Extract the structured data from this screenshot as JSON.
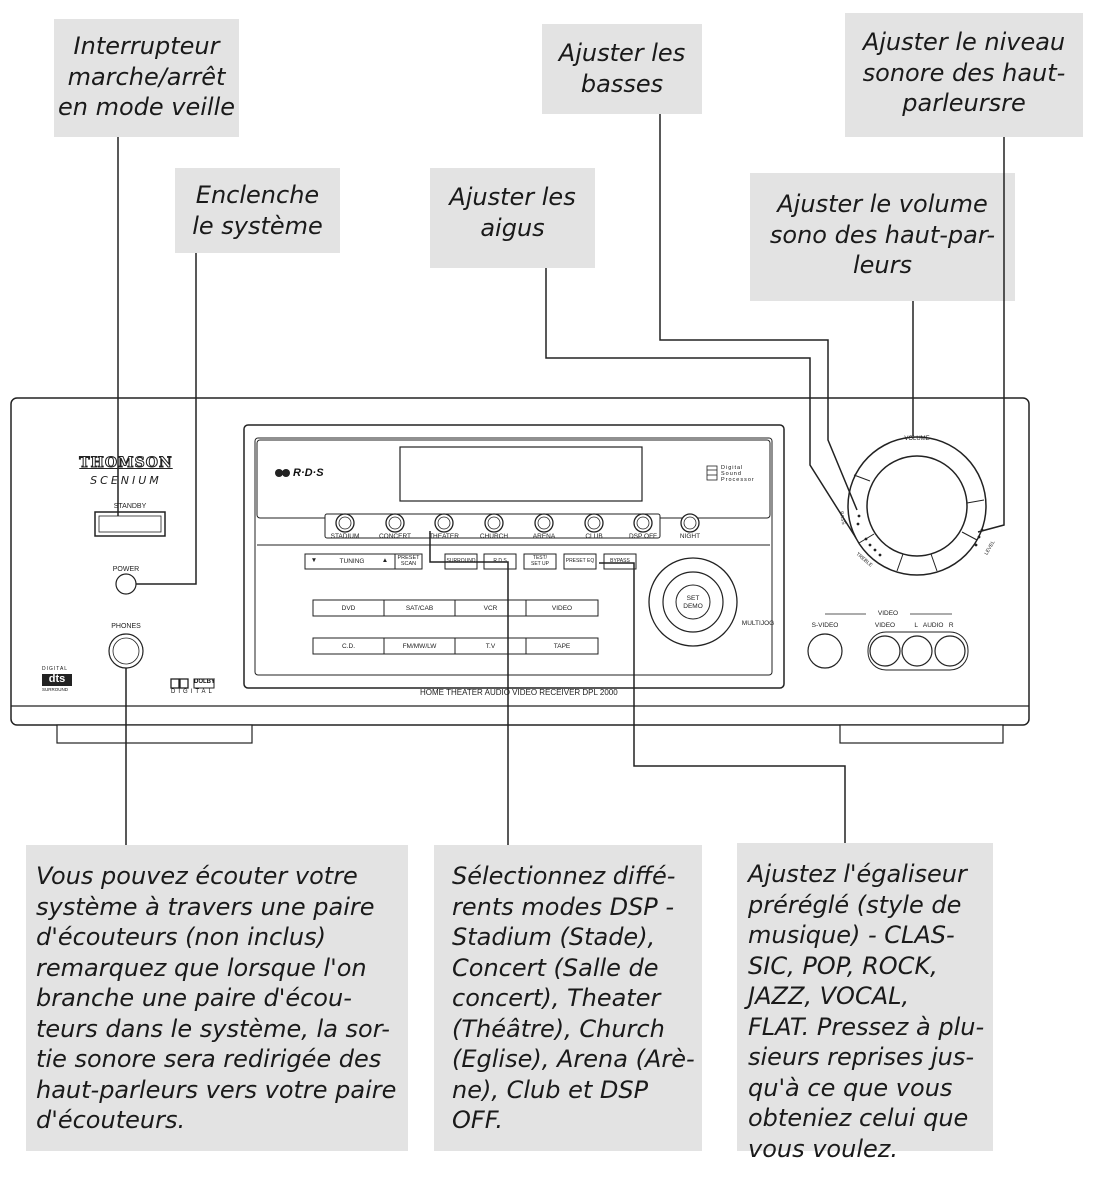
{
  "callouts": {
    "standby_switch": "Interrupteur\nmarche/arrêt\nen mode veille",
    "power": "Enclenche\nle système",
    "bass": "Ajuster les\nbasses",
    "treble": "Ajuster les\naigus",
    "speaker_level": "Ajuster le niveau\nsonore des haut-\nparleursre",
    "volume": "Ajuster le volume\nsono des haut-par-\nleurs",
    "phones": "Vous pouvez écouter votre\nsystème à travers une paire\nd'écouteurs (non inclus)\nremarquez que lorsque l'on\nbranche une paire d'écou-\nteurs dans le système, la sor-\ntie sonore sera redirigée des\nhaut-parleurs vers votre paire\nd'écouteurs.",
    "dsp": "Sélectionnez diffé-\nrents modes DSP -\nStadium (Stade),\nConcert (Salle de\nconcert), Theater\n(Théâtre),  Church\n(Eglise), Arena (Arè-\nne), Club et DSP\nOFF.",
    "preset_eq": "Ajustez l'égaliseur\npréréglé (style de\nmusique) - CLAS-\nSIC, POP, ROCK,\nJAZZ, VOCAL,\nFLAT. Pressez à plu-\nsieurs reprises jus-\nqu'à ce que vous\nobteniez celui que\nvous voulez."
  },
  "device": {
    "brand": "THOMSON",
    "series": "SCENIUM",
    "standby_label": "STANDBY",
    "power_label": "POWER",
    "phones_label": "PHONES",
    "rds_logo": "R·D·S",
    "dsp_logo_lines": [
      "Digital",
      "Sound",
      "Processor"
    ],
    "dts_top": "DIGITAL",
    "dts_logo": "dts",
    "dts_bottom": "SURROUND",
    "dolby_logo": "DOLBY",
    "dolby_bottom": "DIGITAL",
    "volume_label": "VOLUME",
    "bass_label": "BASS",
    "treble_label": "TREBLE",
    "level_label": "LEVEL",
    "dsp_buttons": [
      "STADIUM",
      "CONCERT",
      "THEATER",
      "CHURCH",
      "ARENA",
      "CLUB",
      "DSP OFF"
    ],
    "night_label": "NIGHT",
    "tuning_label": "TUNING",
    "tuning_down": "▼",
    "tuning_up": "▲",
    "preset_scan": "PRESET\nSCAN",
    "func_buttons": [
      "SURROUND",
      "R.D.S",
      "TEST/\nSET UP",
      "PRESET EQ",
      "BYPASS"
    ],
    "source_row1": [
      "DVD",
      "SAT/CAB",
      "VCR",
      "VIDEO"
    ],
    "source_row2": [
      "C.D.",
      "FM/MW/LW",
      "T.V",
      "TAPE"
    ],
    "set_demo": "SET\nDEMO",
    "multijog": "MULTIJOG",
    "video_group": "VIDEO",
    "svideo_label": "S-VIDEO",
    "video_label": "VIDEO",
    "audio_label": "L   AUDIO   R",
    "model_text": "HOME THEATER AUDIO VIDEO RECEIVER DPL 2000"
  }
}
